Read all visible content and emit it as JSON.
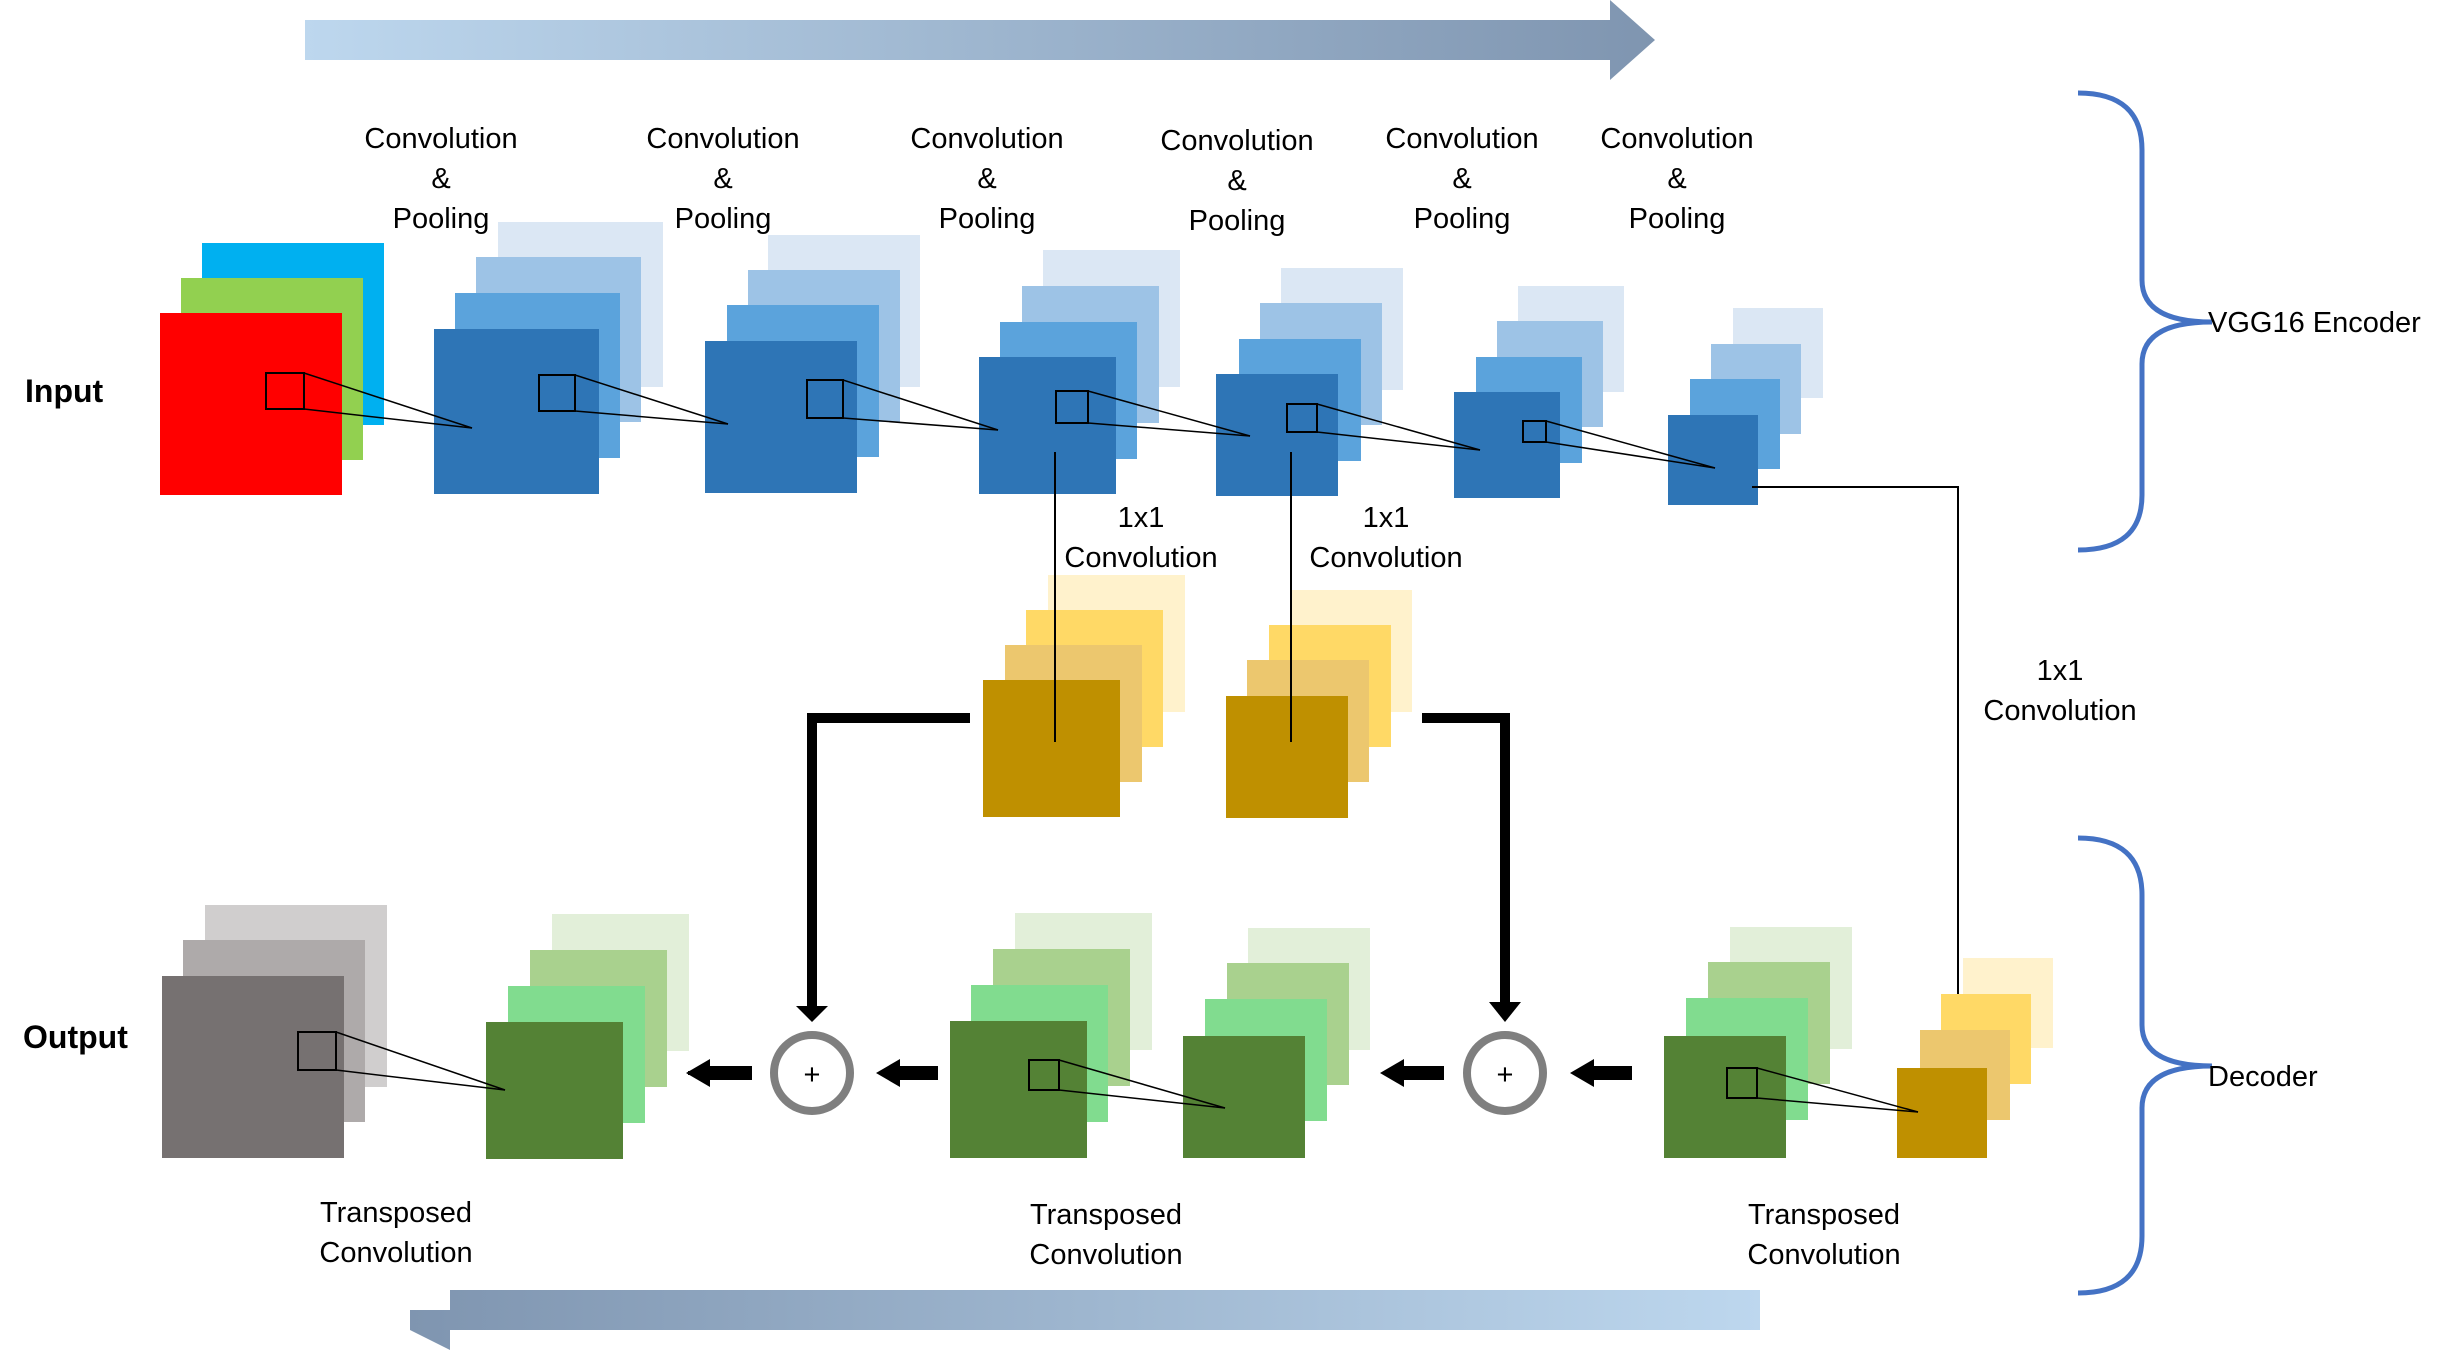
{
  "labels": {
    "input": "Input",
    "output": "Output",
    "encoder": "VGG16 Encoder",
    "decoder": "Decoder",
    "conv_pool_1": "Convolution",
    "conv_pool_2": "&",
    "conv_pool_3": "Pooling",
    "conv1x1_1": "1x1",
    "conv1x1_2": "Convolution",
    "transposed_1": "Transposed",
    "transposed_2": "Convolution",
    "plus": "+"
  },
  "colors": {
    "input_red": "#ff0000",
    "input_green": "#92d050",
    "input_blue": "#00b0f0",
    "blue_front": "#2e75b6",
    "blue_mid": "#5ba3dc",
    "blue_back1": "#9dc3e6",
    "blue_back2": "#dbe7f4",
    "gold_front": "#bf9000",
    "gold_mid": "#ecc76e",
    "gold_back1": "#ffd966",
    "gold_back2": "#fff2cc",
    "green_front": "#548235",
    "green_mid": "#81dc8f",
    "green_back1": "#a9d18e",
    "green_back2": "#e2efd9",
    "gray_front": "#767171",
    "gray_mid": "#aeaaaa",
    "gray_back": "#d0cece",
    "brace": "#4472c4",
    "arrow_light": "#bdd7ee",
    "arrow_dark": "#7f95b0"
  },
  "icons": {
    "forward_arrow": "right-arrow-icon",
    "backward_arrow": "left-arrow-icon",
    "sum_node": "plus-circle-icon"
  }
}
